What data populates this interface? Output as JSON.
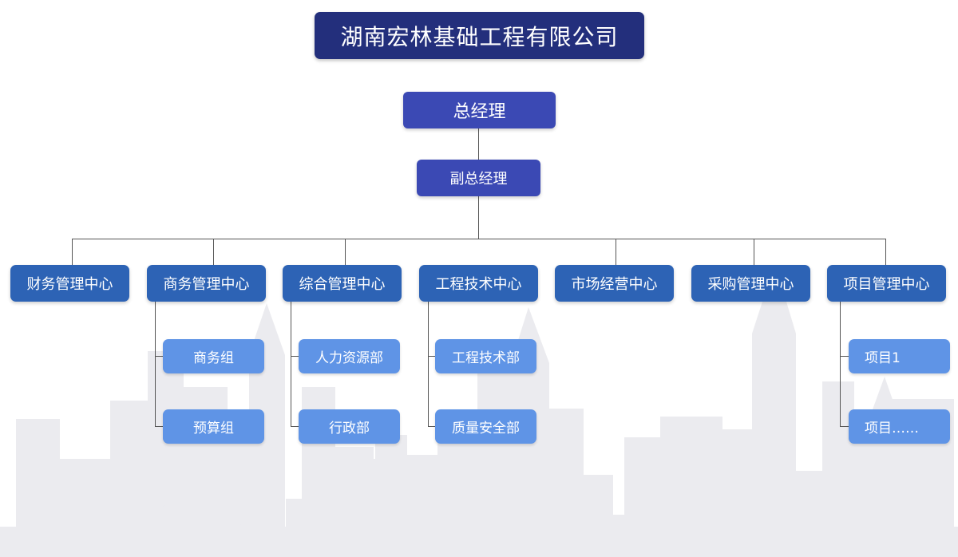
{
  "company": "湖南宏林基础工程有限公司",
  "general_manager": "总经理",
  "deputy_general_manager": "副总经理",
  "centers": [
    {
      "label": "财务管理中心",
      "subs": []
    },
    {
      "label": "商务管理中心",
      "subs": [
        "商务组",
        "预算组"
      ]
    },
    {
      "label": "综合管理中心",
      "subs": [
        "人力资源部",
        "行政部"
      ]
    },
    {
      "label": "工程技术中心",
      "subs": [
        "工程技术部",
        "质量安全部"
      ]
    },
    {
      "label": "市场经营中心",
      "subs": []
    },
    {
      "label": "采购管理中心",
      "subs": []
    },
    {
      "label": "项目管理中心",
      "subs": [
        "项目1",
        "项目……"
      ]
    }
  ],
  "colors": {
    "company_box": "#232f7c",
    "manager_box": "#3b49b4",
    "center_box": "#2d63b5",
    "sub_box": "#5f94e6",
    "connector": "#555555",
    "skyline": "#e9e9ee"
  }
}
